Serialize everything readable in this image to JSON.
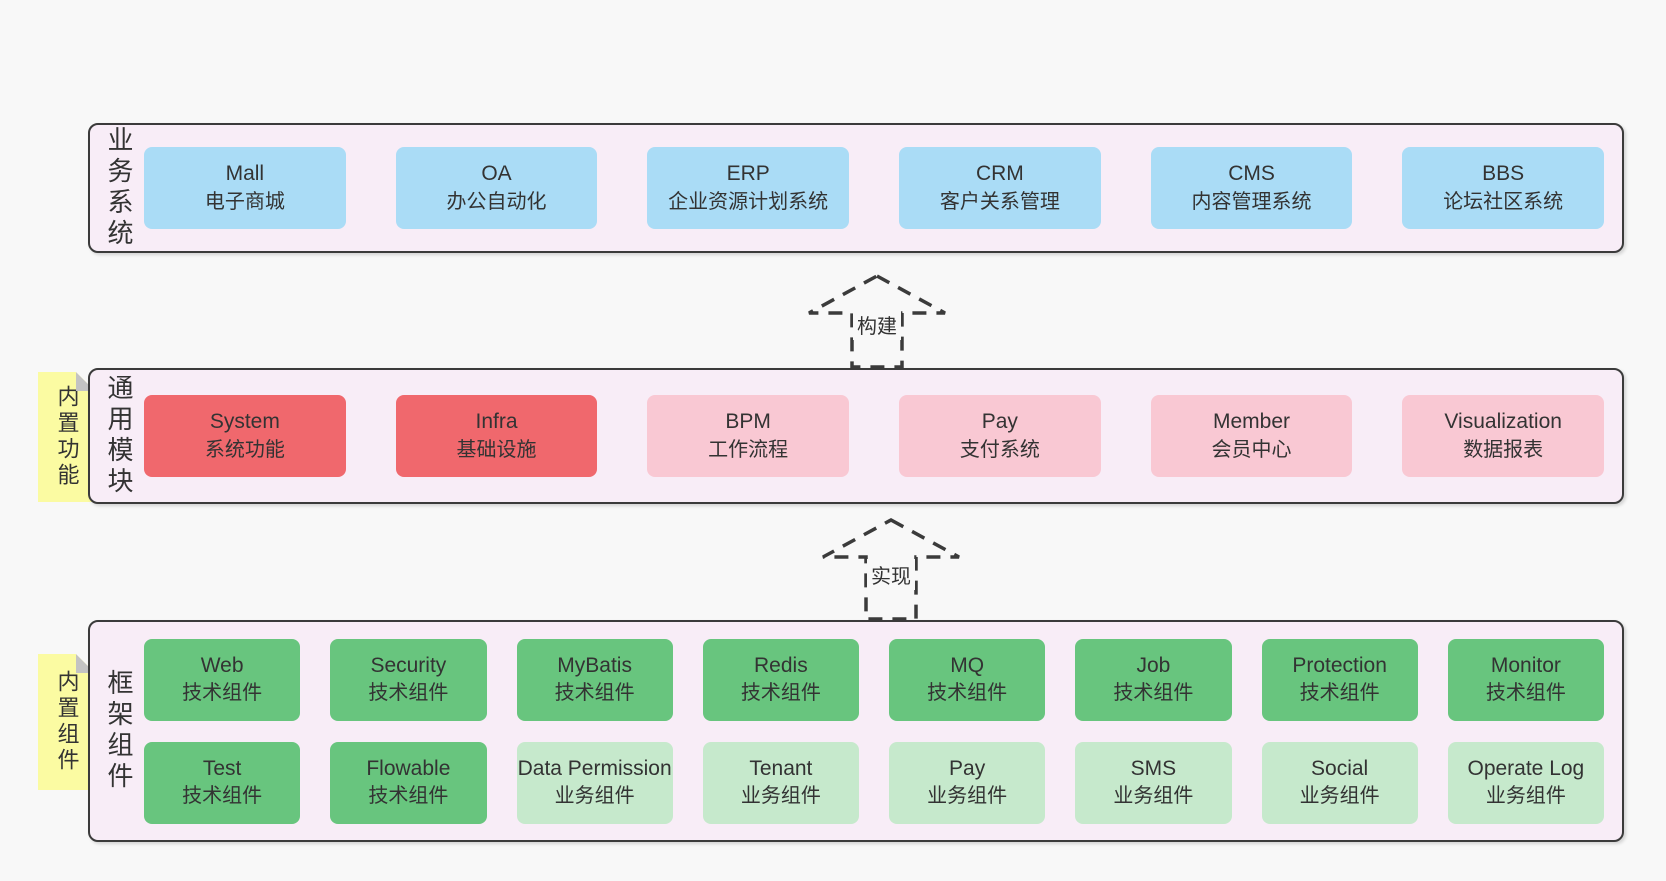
{
  "colors": {
    "page_bg": "#f8f8f8",
    "panel_bg": "#f8edf7",
    "panel_border": "#3b3b3b",
    "blue_box": "#aadcf6",
    "red_box": "#f0686d",
    "pink_box": "#f9c8d3",
    "green_box": "#68c57e",
    "light_green_box": "#c6e9cc",
    "note_yellow": "#fbfba2",
    "note_fold_gray": "#c3c3c3",
    "text": "#333333"
  },
  "sections": {
    "business": {
      "label": "业务系统",
      "boxes": [
        {
          "name": "Mall",
          "subtitle": "电子商城"
        },
        {
          "name": "OA",
          "subtitle": "办公自动化"
        },
        {
          "name": "ERP",
          "subtitle": "企业资源计划系统"
        },
        {
          "name": "CRM",
          "subtitle": "客户关系管理"
        },
        {
          "name": "CMS",
          "subtitle": "内容管理系统"
        },
        {
          "name": "BBS",
          "subtitle": "论坛社区系统"
        }
      ]
    },
    "modules": {
      "label": "通用模块",
      "note": "内置功能",
      "boxes": [
        {
          "name": "System",
          "subtitle": "系统功能"
        },
        {
          "name": "Infra",
          "subtitle": "基础设施"
        },
        {
          "name": "BPM",
          "subtitle": "工作流程"
        },
        {
          "name": "Pay",
          "subtitle": "支付系统"
        },
        {
          "name": "Member",
          "subtitle": "会员中心"
        },
        {
          "name": "Visualization",
          "subtitle": "数据报表"
        }
      ]
    },
    "components": {
      "label": "框架组件",
      "note": "内置组件",
      "row1": [
        {
          "name": "Web",
          "subtitle": "技术组件"
        },
        {
          "name": "Security",
          "subtitle": "技术组件"
        },
        {
          "name": "MyBatis",
          "subtitle": "技术组件"
        },
        {
          "name": "Redis",
          "subtitle": "技术组件"
        },
        {
          "name": "MQ",
          "subtitle": "技术组件"
        },
        {
          "name": "Job",
          "subtitle": "技术组件"
        },
        {
          "name": "Protection",
          "subtitle": "技术组件"
        },
        {
          "name": "Monitor",
          "subtitle": "技术组件"
        }
      ],
      "row2": [
        {
          "name": "Test",
          "subtitle": "技术组件"
        },
        {
          "name": "Flowable",
          "subtitle": "技术组件"
        },
        {
          "name": "Data Permission",
          "subtitle": "业务组件"
        },
        {
          "name": "Tenant",
          "subtitle": "业务组件"
        },
        {
          "name": "Pay",
          "subtitle": "业务组件"
        },
        {
          "name": "SMS",
          "subtitle": "业务组件"
        },
        {
          "name": "Social",
          "subtitle": "业务组件"
        },
        {
          "name": "Operate Log",
          "subtitle": "业务组件"
        }
      ]
    }
  },
  "arrows": {
    "build": "构建",
    "implement": "实现"
  }
}
